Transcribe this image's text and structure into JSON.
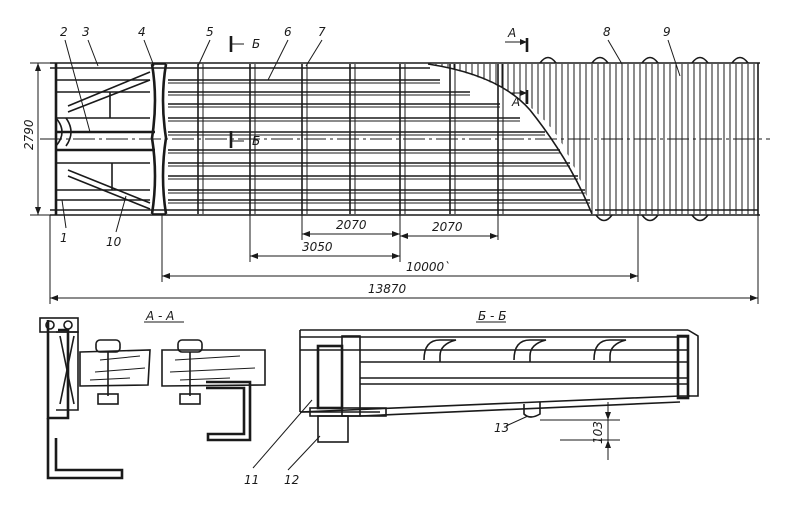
{
  "callouts": {
    "c1": "1",
    "c2": "2",
    "c3": "3",
    "c4": "4",
    "c5": "5",
    "c6": "6",
    "c7": "7",
    "c8": "8",
    "c9": "9",
    "c10": "10",
    "c11": "11",
    "c12": "12",
    "c13": "13"
  },
  "dimensions": {
    "height": "2790",
    "d2070a": "2070",
    "d2070b": "2070",
    "d3050": "3050",
    "d10000": "10000`",
    "d13870": "13870",
    "d103": "103"
  },
  "section_marks": {
    "a_top": "A",
    "a_mid": "A",
    "b_top": "Б",
    "b_mid": "Б"
  },
  "section_titles": {
    "aa": "А - А",
    "bb": "Б - Б"
  }
}
